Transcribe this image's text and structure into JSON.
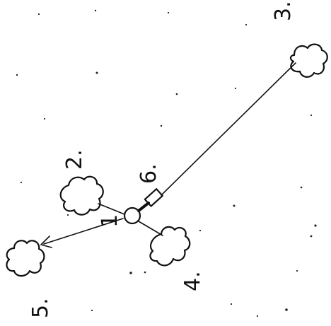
{
  "diagram": {
    "nodes": [
      {
        "id": "1",
        "label": "1",
        "shape": "circle"
      },
      {
        "id": "2",
        "label": "2.",
        "shape": "cloud"
      },
      {
        "id": "3",
        "label": "3.",
        "shape": "cloud"
      },
      {
        "id": "4",
        "label": "4.",
        "shape": "cloud"
      },
      {
        "id": "5",
        "label": "5.",
        "shape": "cloud"
      },
      {
        "id": "6",
        "label": "6.",
        "shape": "rectangle"
      }
    ],
    "edges": [
      {
        "from": "1",
        "to": "2",
        "arrow": false
      },
      {
        "from": "1",
        "to": "4",
        "arrow": false
      },
      {
        "from": "1",
        "to": "5",
        "arrow": true
      },
      {
        "from": "1",
        "to": "6",
        "arrow": false
      },
      {
        "from": "6",
        "to": "3",
        "arrow": false
      }
    ]
  }
}
